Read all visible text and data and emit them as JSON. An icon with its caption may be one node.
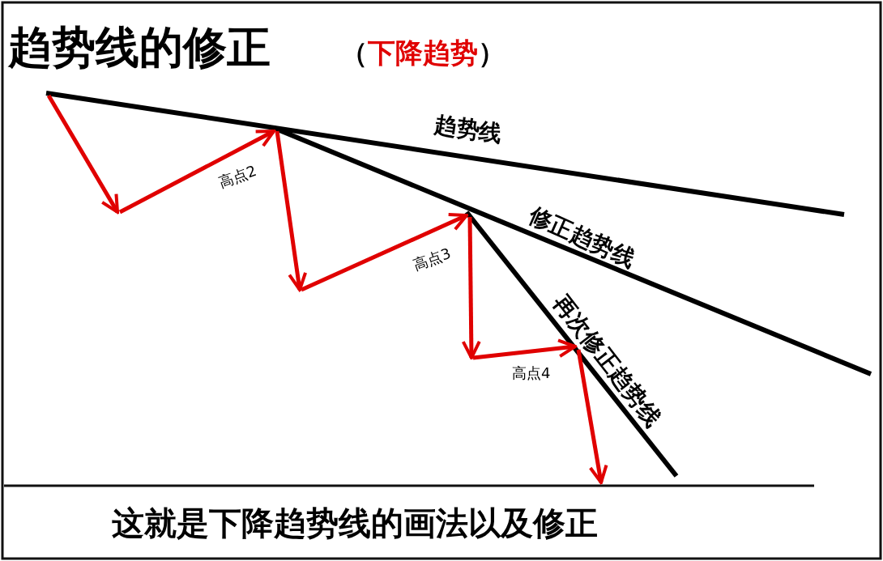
{
  "diagram": {
    "title": "趋势线的修正",
    "caption": "这就是下降趋势线的画法以及修正",
    "labels": [
      "（下降趋势）",
      "趋势线",
      "修正趋势线",
      "再次修正趋势线",
      "高点2",
      "高点3",
      "高点4"
    ]
  }
}
